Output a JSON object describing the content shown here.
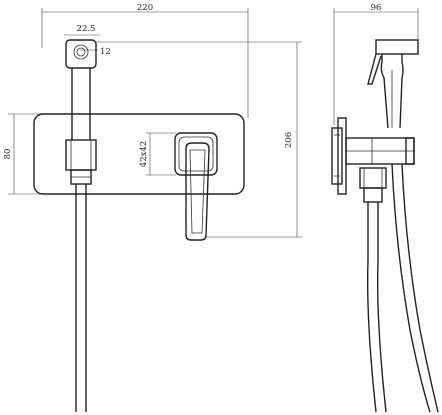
{
  "drawing": {
    "front_view": {
      "width_label": "220",
      "height_label": "206",
      "plate_height_label": "80",
      "shower_offset_label": "22.5",
      "shower_diameter_label": "12",
      "handle_size_label": "42x42"
    },
    "side_view": {
      "depth_label": "96"
    }
  }
}
